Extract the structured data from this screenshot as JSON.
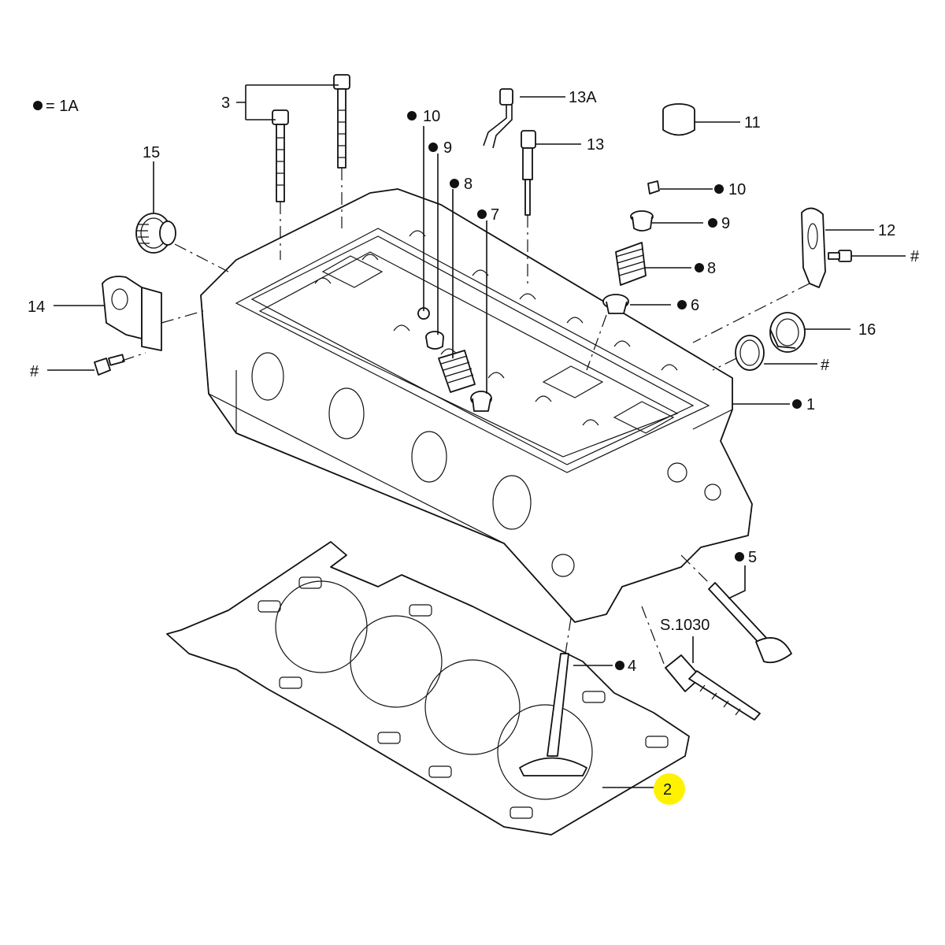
{
  "legend": {
    "note": "= 1A"
  },
  "labels": {
    "l1": "1",
    "l2": "2",
    "l3": "3",
    "l4": "4",
    "l5": "5",
    "l6": "6",
    "l7": "7",
    "l8a": "8",
    "l8b": "8",
    "l9a": "9",
    "l9b": "9",
    "l10a": "10",
    "l10b": "10",
    "l11": "11",
    "l12": "12",
    "l13": "13",
    "l13a": "13A",
    "l14": "14",
    "l15": "15",
    "l16": "16",
    "hash_left": "#",
    "hash_right": "#",
    "hash_16": "#",
    "s1030": "S.1030"
  },
  "highlight": {
    "part": "2",
    "color": "#fff200"
  }
}
